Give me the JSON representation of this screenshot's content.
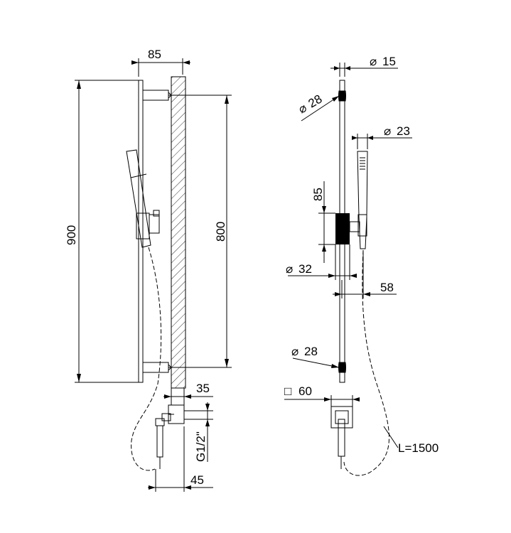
{
  "side_view": {
    "dim_width": "85",
    "dim_total_height": "900",
    "dim_bracket_spacing": "800",
    "dim_outlet_depth": "35",
    "dim_thread": "G1/2\"",
    "dim_outlet_width": "45"
  },
  "front_view": {
    "dim_rod_diameter": "15",
    "dim_top_cap_diameter": "28",
    "dim_handshower_diameter": "23",
    "dim_slider_height": "85",
    "dim_slider_diameter": "32",
    "dim_offset": "58",
    "dim_bottom_cap_diameter": "28",
    "dim_outlet_square": "60",
    "dim_hose_length": "L=1500"
  },
  "symbols": {
    "diameter": "⌀",
    "square": "□"
  }
}
